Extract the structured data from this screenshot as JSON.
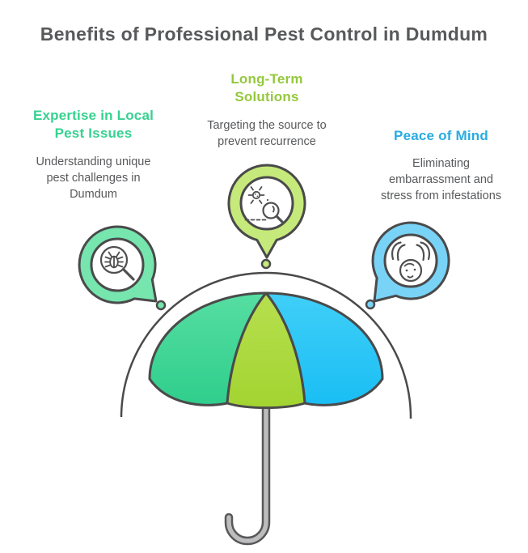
{
  "title": "Benefits of Professional Pest Control in Dumdum",
  "benefits": [
    {
      "id": "expertise-local-pest-issues",
      "heading": "Expertise in Local Pest Issues",
      "heading_lines": [
        "Expertise in Local",
        "Pest Issues"
      ],
      "description": "Understanding unique pest challenges in Dumdum",
      "description_lines": [
        "Understanding unique",
        "pest challenges in",
        "Dumdum"
      ],
      "icon": "bug-search-icon"
    },
    {
      "id": "long-term-solutions",
      "heading": "Long-Term Solutions",
      "heading_lines": [
        "Long-Term",
        "Solutions"
      ],
      "description": "Targeting the source to prevent recurrence",
      "description_lines": [
        "Targeting the source to",
        "prevent recurrence"
      ],
      "icon": "germs-search-icon"
    },
    {
      "id": "peace-of-mind",
      "heading": "Peace of Mind",
      "heading_lines": [
        "Peace of Mind"
      ],
      "description": "Eliminating embarrassment and stress from infestations",
      "description_lines": [
        "Eliminating",
        "embarrassment and",
        "stress from infestations"
      ],
      "icon": "worried-face-icon"
    }
  ],
  "colors": {
    "title_text": "#58595B",
    "body_text": "#58595B",
    "outline": "#4A4A4B",
    "icon_stroke": "#4F4F50",
    "expertise_accent": "#36D190",
    "expertise_bubble": "#76E5AE",
    "longterm_accent": "#94C83D",
    "longterm_bubble": "#C6E97B",
    "peace_accent": "#29ABE2",
    "peace_bubble": "#79D3F7",
    "umbrella_green_top": "#56DEA1",
    "umbrella_green_bottom": "#2FCE8C",
    "umbrella_lime_top": "#B7DF4F",
    "umbrella_lime_bottom": "#A2D431",
    "umbrella_blue_top": "#40CFF8",
    "umbrella_blue_bottom": "#1ABEF4",
    "handle_fill": "#BDBDBD",
    "handle_outline": "#58585A"
  }
}
